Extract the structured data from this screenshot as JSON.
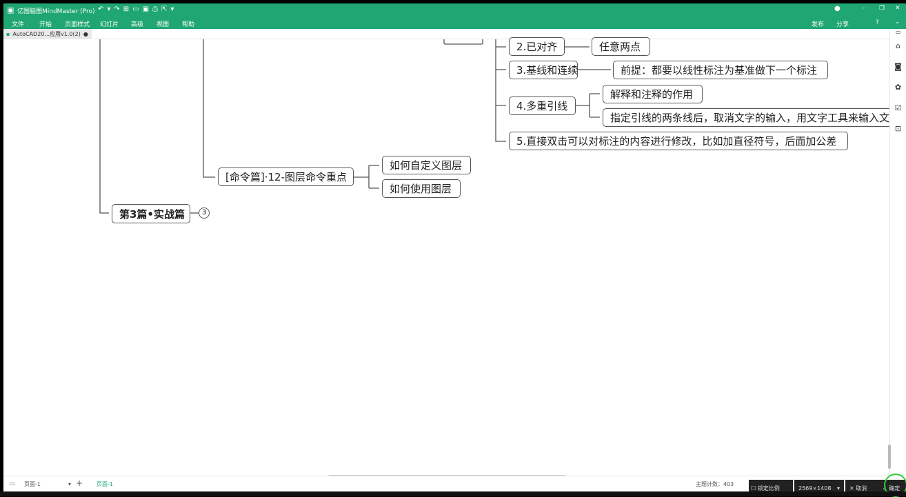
{
  "app": {
    "title": "亿图脑图MindMaster (Pro)",
    "menu": [
      "文件",
      "开始",
      "页面样式",
      "幻灯片",
      "高级",
      "视图",
      "帮助"
    ],
    "publish": "发布",
    "share": "分享",
    "accent": "#1fa672"
  },
  "tab": {
    "label": "AutoCAD20...应用v1.0(2)"
  },
  "mindmap": {
    "nodes": {
      "n_align": "2.已对齐",
      "n_any": "任意两点",
      "n_base": "3.基线和连续",
      "n_base_c": "前提：都要以线性标注为基准做下一个标注",
      "n_multi": "4.多重引线",
      "n_multi_c1": "解释和注释的作用",
      "n_multi_c2": "指定引线的两条线后，取消文字的输入，用文字工具来输入文",
      "n_dbl": "5.直接双击可以对标注的内容进行修改，比如加直径符号，后面加公差",
      "n_layer": "[命令篇]·12-图层命令重点",
      "n_layer_c1": "如何自定义图层",
      "n_layer_c2": "如何使用图层",
      "n_part3": "第3篇•实战篇",
      "n_part3_count": "3"
    }
  },
  "status": {
    "page_select": "页面-1",
    "page_tab": "页面-1",
    "topic_count": "主题计数：403",
    "lock_ratio": "锁定比例",
    "resolution": "2569×1408",
    "cancel": "取消",
    "confirm": "确定"
  }
}
